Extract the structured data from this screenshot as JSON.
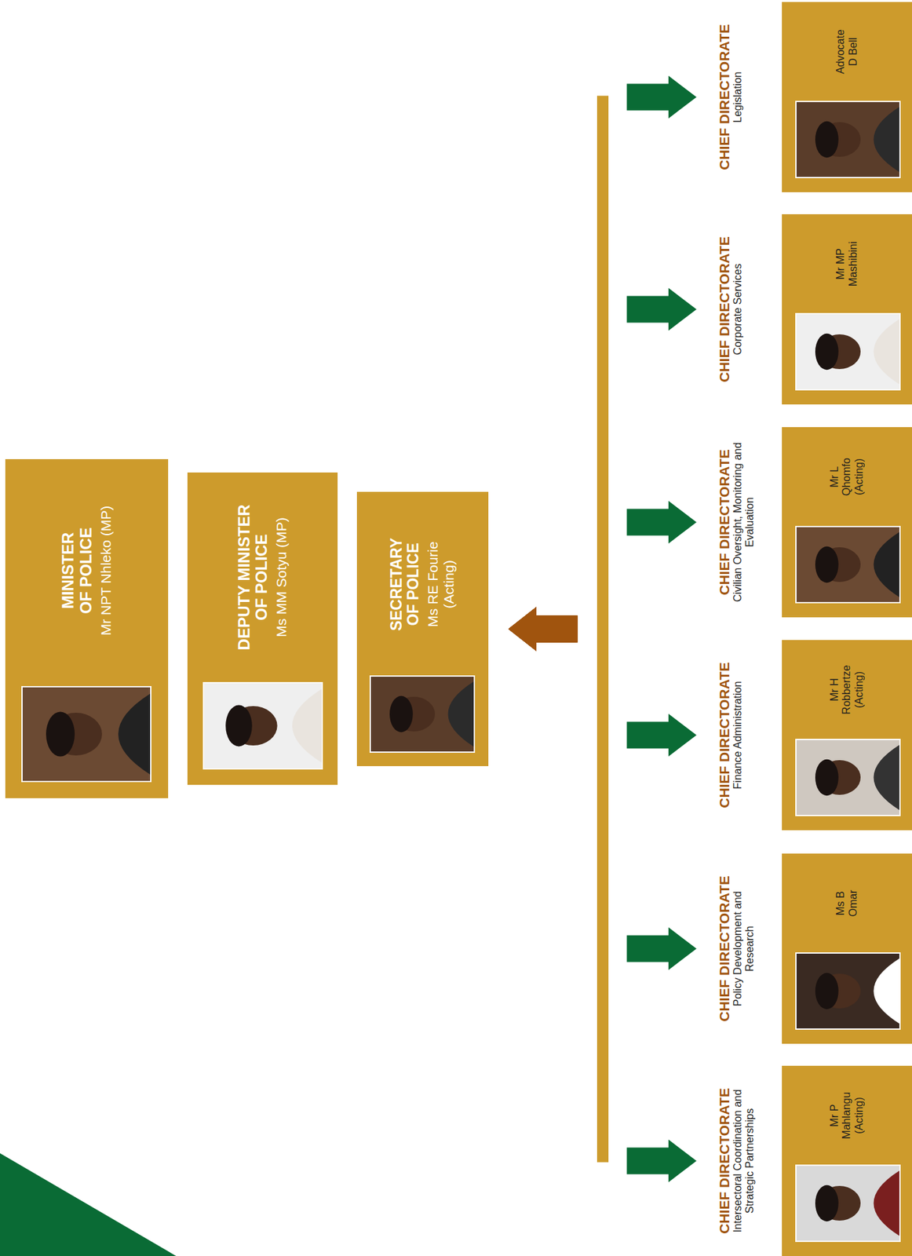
{
  "diagram": {
    "nodes": [
      {
        "text": [
          "MINISTER OF POLICE",
          "Mr NPT Nhleko (MP)"
        ]
      },
      {
        "text": [
          "DEPUTY MINISTER OF POLICE",
          "Ms MM Sotyu (MP)"
        ]
      },
      {
        "text": [
          "SECRETARY OF POLICE",
          "Ms RE Fourie (Acting)"
        ]
      },
      {
        "text": [
          "CHIEF DIRECTORATE",
          "Intersectoral Coordination and Strategic Partnerships",
          "Mr P Mahlangu (Acting)"
        ]
      },
      {
        "text": [
          "CHIEF DIRECTORATE",
          "Policy Development and Research",
          "Ms B Omar"
        ]
      },
      {
        "text": [
          "CHIEF DIRECTORATE",
          "Finance Administration",
          "Mr H Robbertze (Acting)"
        ]
      },
      {
        "text": [
          "CHIEF DIRECTORATE",
          "Civilian Oversight, Monitoring and Evaluation",
          "Mr L Qhomfo (Acting)"
        ]
      },
      {
        "text": [
          "CHIEF DIRECTORATE",
          "Corporate Services",
          "Mr MP Mashibini"
        ]
      },
      {
        "text": [
          "CHIEF DIRECTORATE",
          "Legislation",
          "Advocate D Bell"
        ]
      }
    ],
    "edges": [
      {
        "from": 2,
        "to": 3,
        "arrow": "both"
      },
      {
        "from": 2,
        "to": 4,
        "arrow": "both"
      },
      {
        "from": 2,
        "to": 5,
        "arrow": "both"
      },
      {
        "from": 2,
        "to": 6,
        "arrow": "both"
      },
      {
        "from": 2,
        "to": 7,
        "arrow": "both"
      },
      {
        "from": 2,
        "to": 8,
        "arrow": "both"
      }
    ]
  }
}
